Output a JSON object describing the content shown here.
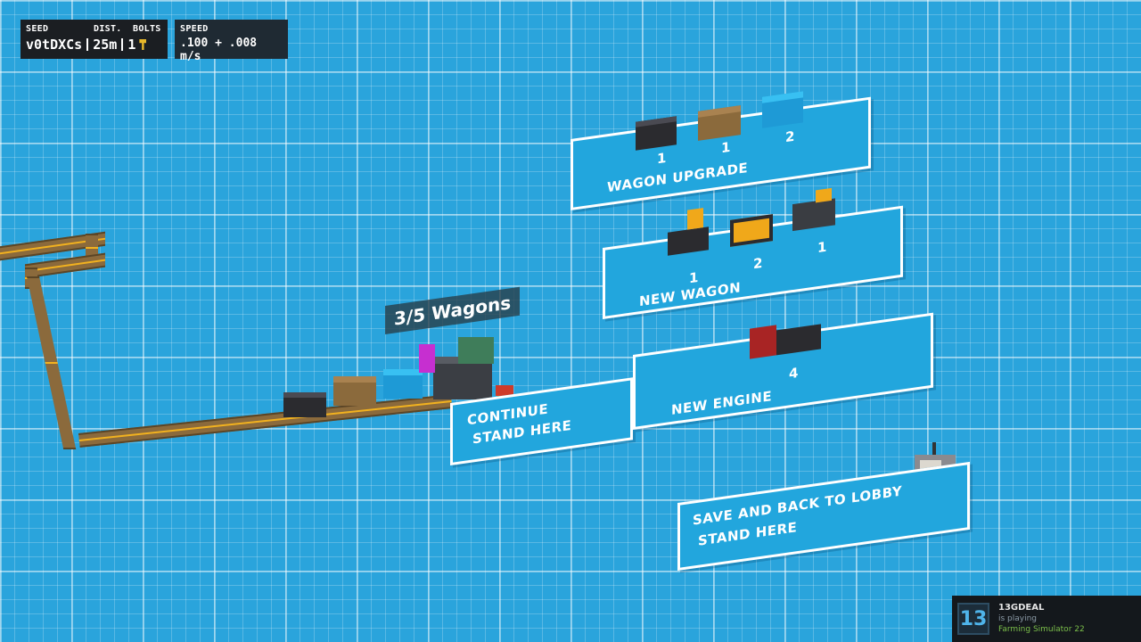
{
  "hud": {
    "seed_label": "SEED",
    "seed": "v0tDXCs",
    "dist_label": "DIST.",
    "dist": "25m",
    "bolts_label": "BOLTS",
    "bolts": "1",
    "speed_label": "SPEED",
    "speed": ".100 + .008 m/s"
  },
  "train_tag": "3/5 Wagons",
  "panels": {
    "wagon_upgrade": {
      "title": "WAGON UPGRADE",
      "costs": [
        "1",
        "1",
        "2"
      ]
    },
    "new_wagon": {
      "title": "NEW WAGON",
      "costs": [
        "1",
        "2",
        "1"
      ]
    },
    "new_engine": {
      "title": "NEW ENGINE",
      "costs": [
        "4"
      ]
    },
    "continue": {
      "line1": "CONTINUE",
      "line2": "STAND HERE"
    },
    "save": {
      "line1": "SAVE AND BACK TO LOBBY",
      "line2": "STAND HERE"
    }
  },
  "overlay": {
    "logo": "13",
    "name": "13GDEAL",
    "status": "is playing",
    "game": "Farming Simulator 22"
  },
  "colors": {
    "grid_bg": "#2aa4dc",
    "panel": "#22a6dd",
    "rail_accent": "#f2b21f",
    "hud_bg": "#1b1e22"
  }
}
